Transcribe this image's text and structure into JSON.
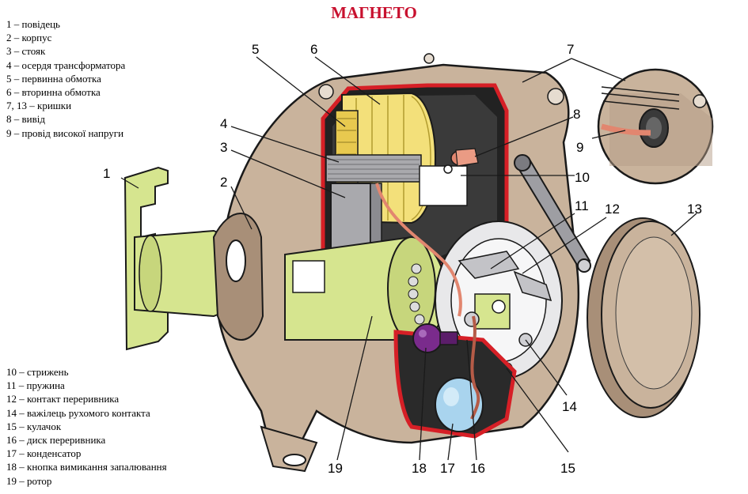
{
  "title": "МАГНЕТО",
  "legend_top": [
    "1 – повідець",
    "2 – корпус",
    "3 – стояк",
    "4 – осердя трансформатора",
    "5 – первинна обмотка",
    "6 – вторинна обмотка",
    "7, 13 – кришки",
    "8 – вивід",
    "9 – провід високої напруги"
  ],
  "legend_bottom": [
    "10 – стрижень",
    "11 – пружина",
    "12 – контакт переривника",
    "14 – важілець рухомого контакта",
    "15 – кулачок",
    "16 – диск переривника",
    "17 – конденсатор",
    "18 – кнопка вимикання запалювання",
    "19 – ротор"
  ],
  "callouts": [
    "1",
    "2",
    "3",
    "4",
    "5",
    "6",
    "7",
    "8",
    "9",
    "10",
    "11",
    "12",
    "13",
    "14",
    "15",
    "16",
    "17",
    "18",
    "19"
  ],
  "colors": {
    "title": "#c8102e",
    "housing": "#c9b39c",
    "housing_shadow": "#a88f78",
    "cover_outline": "#d61f26",
    "shaft": "#d6e58f",
    "coil": "#f3e07a",
    "core": "#a9a9ad",
    "capacitor": "#a9d4ee",
    "button": "#7a2b8c",
    "wire": "#e2866f",
    "dark": "#1a1a1a"
  }
}
